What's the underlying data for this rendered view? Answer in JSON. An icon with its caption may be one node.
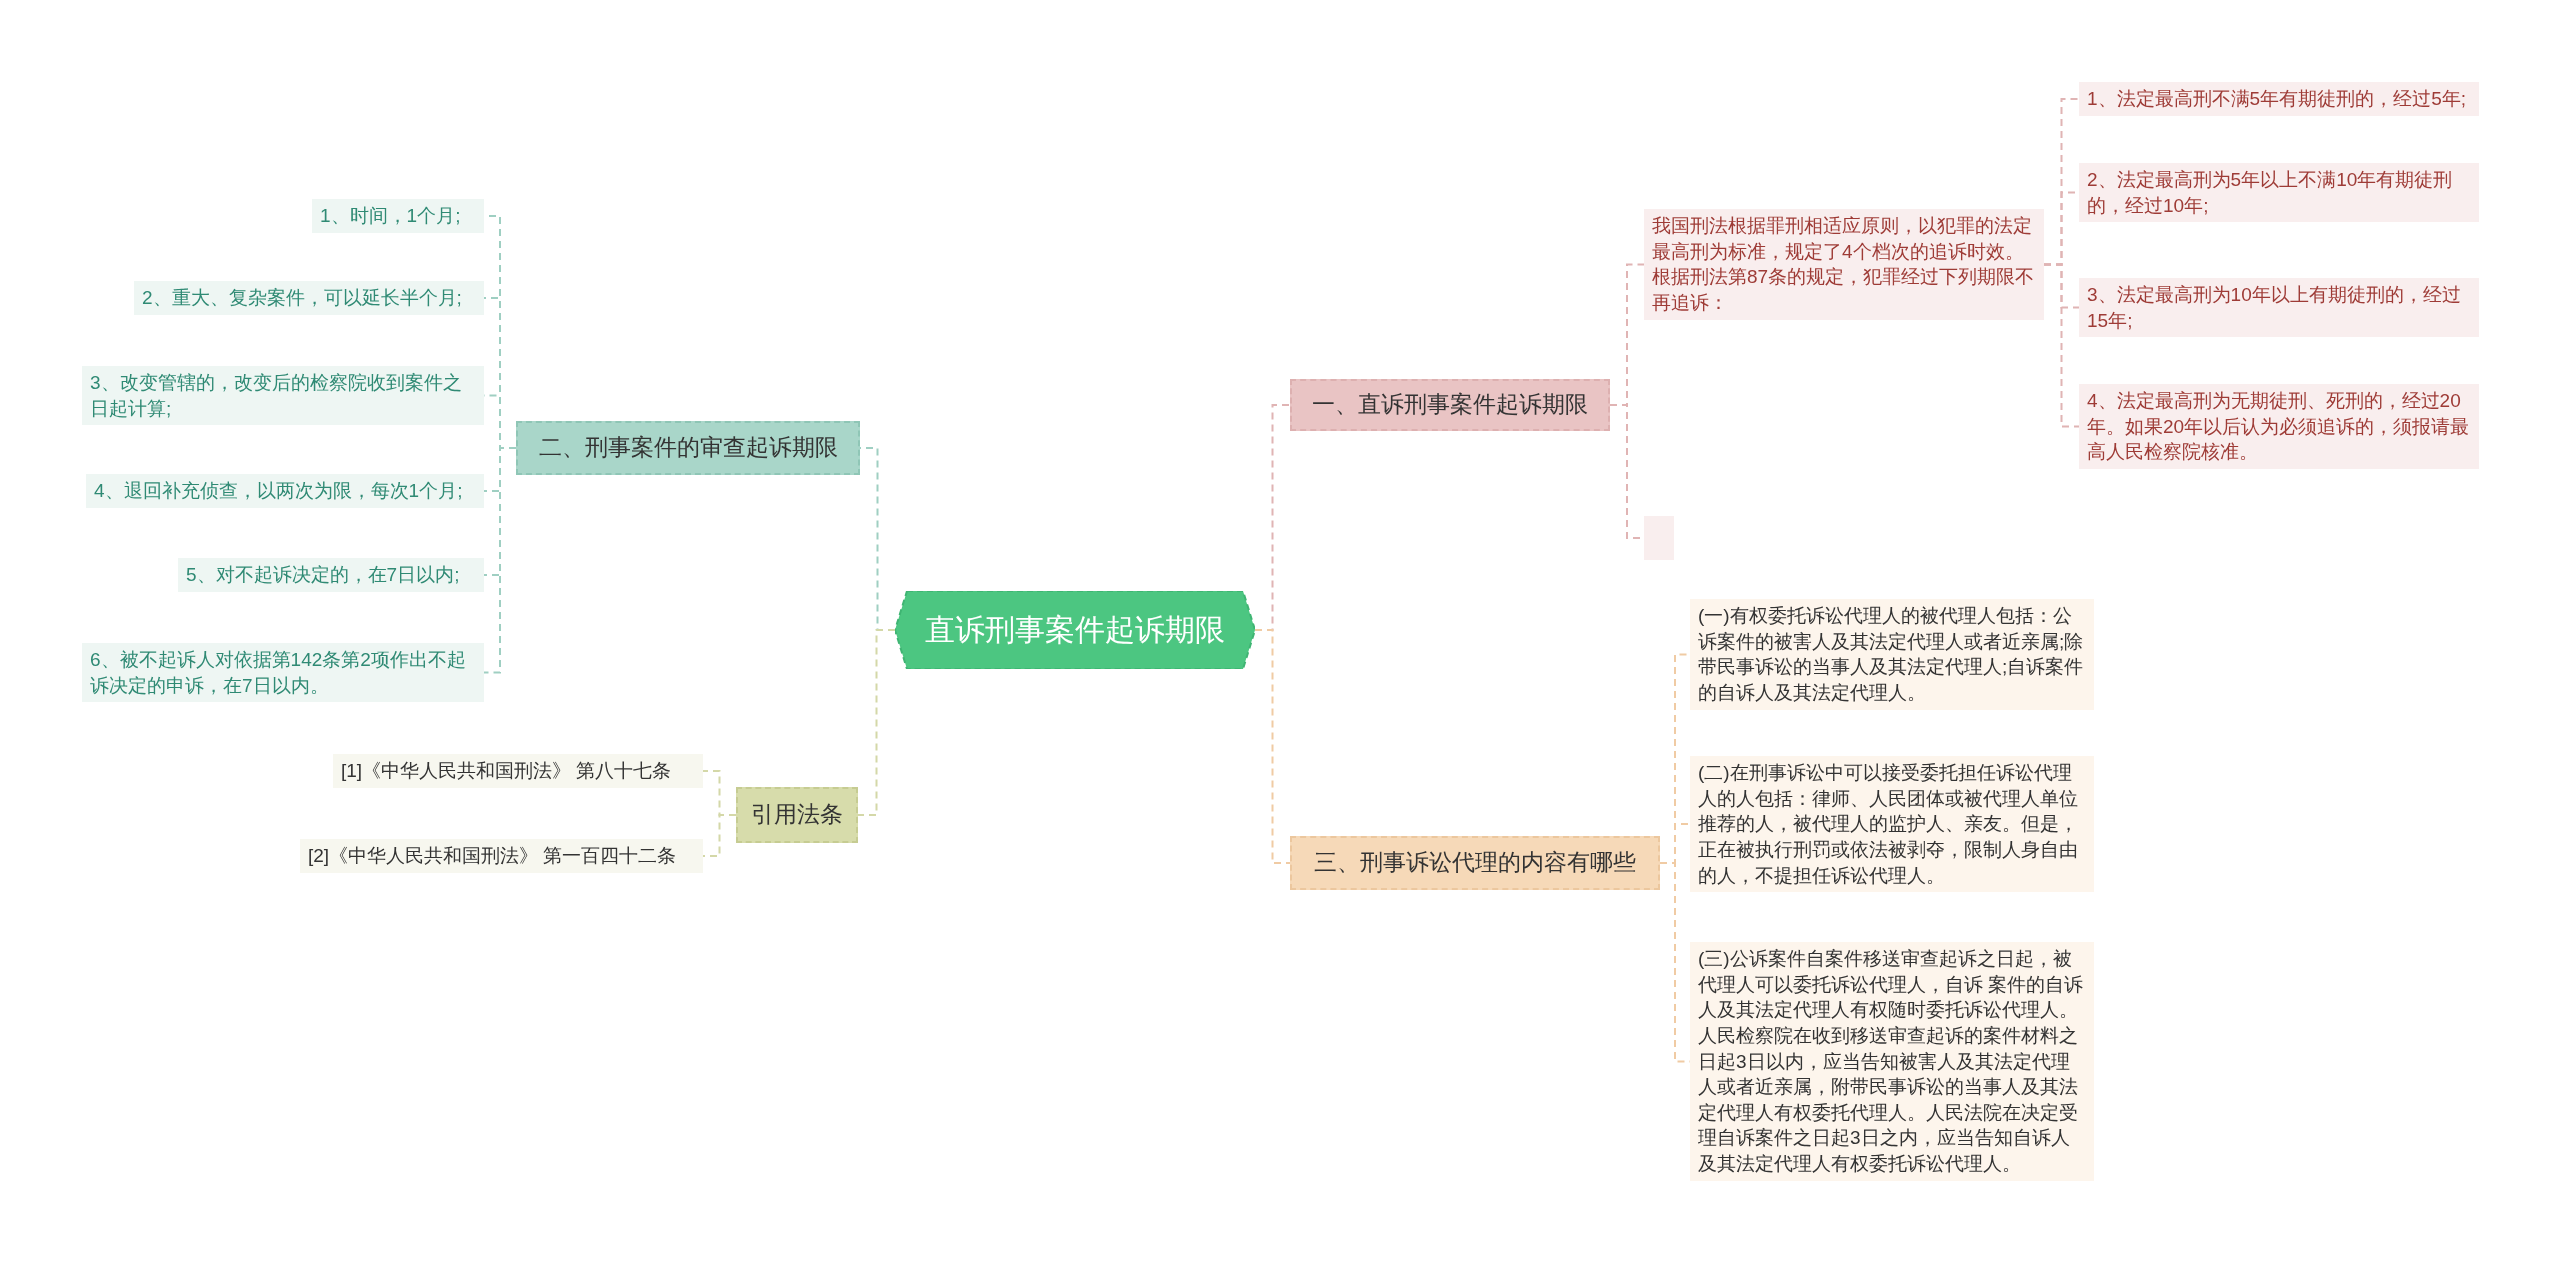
{
  "diagram": {
    "nodes": [
      {
        "text": [
          "直诉刑事案件起诉期限"
        ]
      },
      {
        "text": [
          "一、直诉刑事案件起诉期限"
        ]
      },
      {
        "text": [
          "我国刑法根据罪刑相适应原则，以犯罪的法定最高刑为标准，规定了4个档次的追诉时效。根据刑法第87条的规定，犯罪经过下列期限不再追诉："
        ]
      },
      {
        "text": [
          "1、法定最高刑不满5年有期徒刑的，经过5年;"
        ]
      },
      {
        "text": [
          "2、法定最高刑为5年以上不满10年有期徒刑的，经过10年;"
        ]
      },
      {
        "text": [
          "3、法定最高刑为10年以上有期徒刑的，经过15年;"
        ]
      },
      {
        "text": [
          "4、法定最高刑为无期徒刑、死刑的，经过20年。如果20年以后认为必须追诉的，须报请最高人民检察院核准。"
        ]
      },
      {
        "text": [],
        "shape": "box"
      },
      {
        "text": [
          "三、刑事诉讼代理的内容有哪些"
        ]
      },
      {
        "text": [
          "(一)有权委托诉讼代理人的被代理人包括：公诉案件的被害人及其法定代理人或者近亲属;除带民事诉讼的当事人及其法定代理人;自诉案件的自诉人及其法定代理人。"
        ]
      },
      {
        "text": [
          "(二)在刑事诉讼中可以接受委托担任诉讼代理人的人包括：律师、人民团体或被代理人单位推荐的人，被代理人的监护人、亲友。但是，正在被执行刑罚或依法被剥夺，限制人身自由的人，不提担任诉讼代理人。"
        ]
      },
      {
        "text": [
          "(三)公诉案件自案件移送审查起诉之日起，被代理人可以委托诉讼代理人，自诉 案件的自诉人及其法定代理人有权随时委托诉讼代理人。人民检察院在收到移送审查起诉的案件材料之日起3日以内，应当告知被害人及其法定代理人或者近亲属，附带民事诉讼的当事人及其法定代理人有权委托代理人。人民法院在决定受理自诉案件之日起3日之内，应当告知自诉人及其法定代理人有权委托诉讼代理人。"
        ]
      },
      {
        "text": [
          "二、刑事案件的审查起诉期限"
        ]
      },
      {
        "text": [
          "1、时间，1个月;"
        ]
      },
      {
        "text": [
          "2、重大、复杂案件，可以延长半个月;"
        ]
      },
      {
        "text": [
          "3、改变管辖的，改变后的检察院收到案件之日起计算;"
        ]
      },
      {
        "text": [
          "4、退回补充侦查，以两次为限，每次1个月;"
        ]
      },
      {
        "text": [
          "5、对不起诉决定的，在7日以内;"
        ]
      },
      {
        "text": [
          "6、被不起诉人对依据第142条第2项作出不起诉决定的申诉，在7日以内。"
        ]
      },
      {
        "text": [
          "引用法条"
        ]
      },
      {
        "text": [
          "[1]《中华人民共和国刑法》 第八十七条"
        ]
      },
      {
        "text": [
          "[2]《中华人民共和国刑法》 第一百四十二条"
        ]
      }
    ],
    "edges": [
      {
        "from": 0,
        "to": 1,
        "arrow": "none",
        "style": "dashed",
        "color": "#e0b4b4"
      },
      {
        "from": 1,
        "to": 2,
        "arrow": "none",
        "style": "dashed",
        "color": "#e0b4b4"
      },
      {
        "from": 2,
        "to": 3,
        "arrow": "none",
        "style": "dashed",
        "color": "#e0b4b4"
      },
      {
        "from": 2,
        "to": 4,
        "arrow": "none",
        "style": "dashed",
        "color": "#e0b4b4"
      },
      {
        "from": 2,
        "to": 5,
        "arrow": "none",
        "style": "dashed",
        "color": "#e0b4b4"
      },
      {
        "from": 2,
        "to": 6,
        "arrow": "none",
        "style": "dashed",
        "color": "#e0b4b4"
      },
      {
        "from": 1,
        "to": 7,
        "arrow": "none",
        "style": "dashed",
        "color": "#e0b4b4"
      },
      {
        "from": 0,
        "to": 8,
        "arrow": "none",
        "style": "dashed",
        "color": "#f0cba4"
      },
      {
        "from": 8,
        "to": 9,
        "arrow": "none",
        "style": "dashed",
        "color": "#f0cba4"
      },
      {
        "from": 8,
        "to": 10,
        "arrow": "none",
        "style": "dashed",
        "color": "#f0cba4"
      },
      {
        "from": 8,
        "to": 11,
        "arrow": "none",
        "style": "dashed",
        "color": "#f0cba4"
      },
      {
        "from": 0,
        "to": 12,
        "arrow": "none",
        "style": "dashed",
        "color": "#9fcfc2"
      },
      {
        "from": 12,
        "to": 13,
        "arrow": "none",
        "style": "dashed",
        "color": "#9fcfc2"
      },
      {
        "from": 12,
        "to": 14,
        "arrow": "none",
        "style": "dashed",
        "color": "#9fcfc2"
      },
      {
        "from": 12,
        "to": 15,
        "arrow": "none",
        "style": "dashed",
        "color": "#9fcfc2"
      },
      {
        "from": 12,
        "to": 16,
        "arrow": "none",
        "style": "dashed",
        "color": "#9fcfc2"
      },
      {
        "from": 12,
        "to": 17,
        "arrow": "none",
        "style": "dashed",
        "color": "#9fcfc2"
      },
      {
        "from": 12,
        "to": 18,
        "arrow": "none",
        "style": "dashed",
        "color": "#9fcfc2"
      },
      {
        "from": 0,
        "to": 19,
        "arrow": "none",
        "style": "dashed",
        "color": "#d4d8a8"
      },
      {
        "from": 19,
        "to": 20,
        "arrow": "none",
        "style": "dashed",
        "color": "#d4d8a8"
      },
      {
        "from": 19,
        "to": 21,
        "arrow": "none",
        "style": "dashed",
        "color": "#d4d8a8"
      }
    ]
  }
}
